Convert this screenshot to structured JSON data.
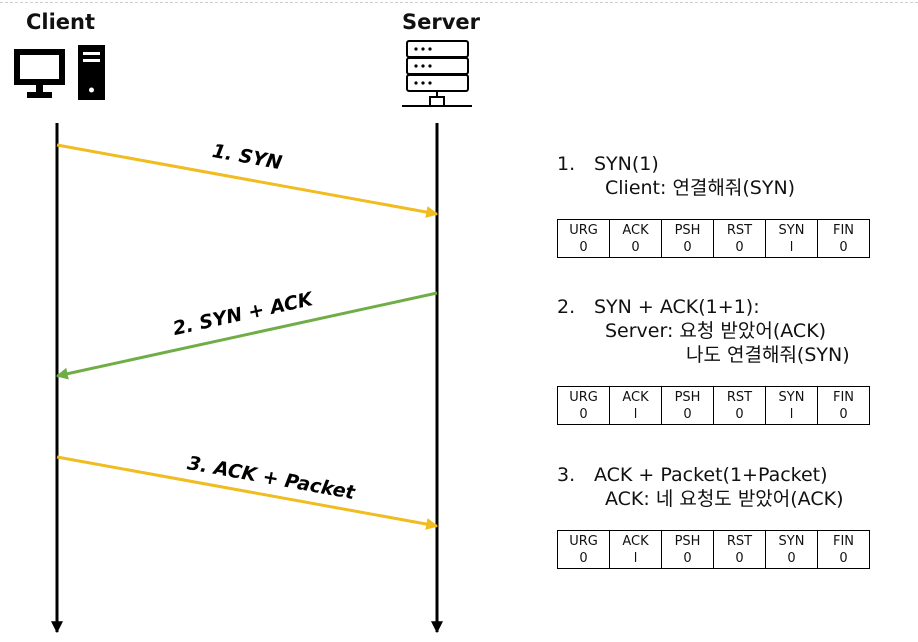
{
  "actors": {
    "client": "Client",
    "server": "Server"
  },
  "arrows": [
    {
      "label": "1. SYN",
      "color": "#f0bc1f"
    },
    {
      "label": "2. SYN + ACK",
      "color": "#70ad47"
    },
    {
      "label": "3. ACK + Packet",
      "color": "#f0bc1f"
    }
  ],
  "steps": [
    {
      "num": "1.",
      "title": "SYN(1)",
      "desc1": "Client: 연결해줘(SYN)",
      "desc2": ""
    },
    {
      "num": "2.",
      "title": "SYN + ACK(1+1):",
      "desc1": "Server: 요청 받았어(ACK)",
      "desc2": "나도 연결해줘(SYN)"
    },
    {
      "num": "3.",
      "title": "ACK + Packet(1+Packet)",
      "desc1": "ACK: 네 요청도 받았어(ACK)",
      "desc2": ""
    }
  ],
  "flag_names": [
    "URG",
    "ACK",
    "PSH",
    "RST",
    "SYN",
    "FIN"
  ],
  "flag_tables": [
    {
      "values": [
        "0",
        "0",
        "0",
        "0",
        "l",
        "0"
      ]
    },
    {
      "values": [
        "0",
        "l",
        "0",
        "0",
        "l",
        "0"
      ]
    },
    {
      "values": [
        "0",
        "l",
        "0",
        "0",
        "0",
        "0"
      ]
    }
  ]
}
